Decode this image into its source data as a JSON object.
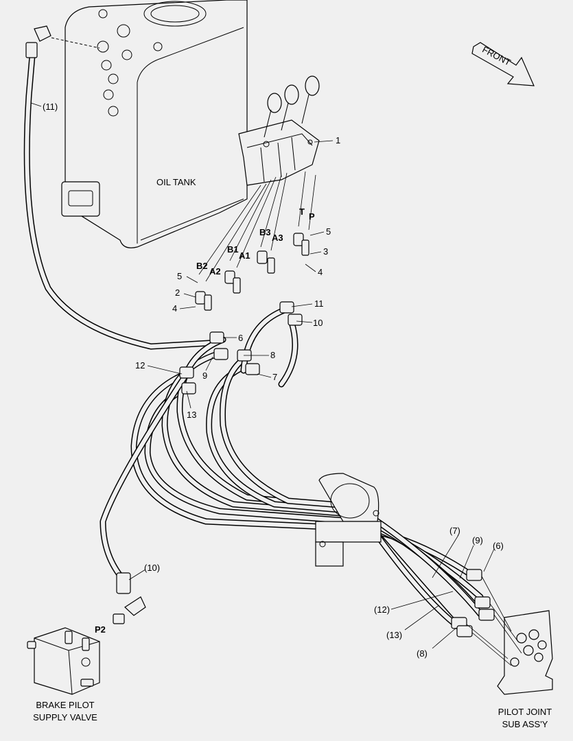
{
  "labels": {
    "oil_tank": "OIL TANK",
    "front": "FRONT",
    "brake_valve_line1": "BRAKE PILOT",
    "brake_valve_line2": "SUPPLY VALVE",
    "pilot_joint_line1": "PILOT JOINT",
    "pilot_joint_line2": "SUB ASS'Y"
  },
  "ports": {
    "b2": "B2",
    "a2": "A2",
    "b1": "B1",
    "a1": "A1",
    "b3": "B3",
    "a3": "A3",
    "t": "T",
    "p": "P",
    "p2": "P2"
  },
  "callouts": {
    "c1": "1",
    "c5_right": "5",
    "c3": "3",
    "c4_right": "4",
    "c11": "11",
    "c10": "10",
    "c5_left": "5",
    "c2": "2",
    "c4_left": "4",
    "c6": "6",
    "c8": "8",
    "c9": "9",
    "c7": "7",
    "c12": "12",
    "c13": "13"
  },
  "ref_callouts": {
    "r11": "(11)",
    "r10": "(10)",
    "r7": "(7)",
    "r9": "(9)",
    "r6": "(6)",
    "r12": "(12)",
    "r13": "(13)",
    "r8": "(8)"
  },
  "colors": {
    "background": "#f0f0f0",
    "ink": "#000000"
  }
}
